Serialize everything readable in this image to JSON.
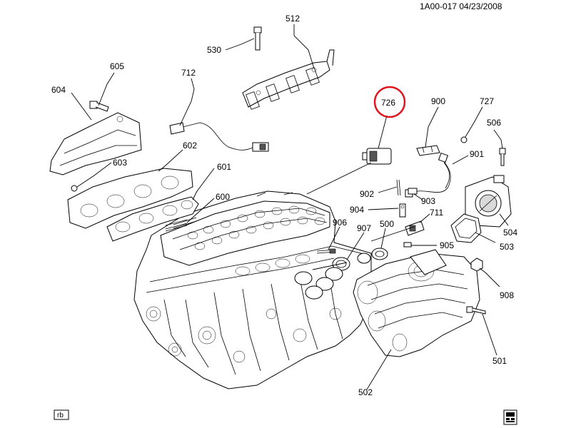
{
  "header": {
    "doc_id": "1A00-017 04/23/2008"
  },
  "callouts": {
    "c512": "512",
    "c530": "530",
    "c605": "605",
    "c712": "712",
    "c604": "604",
    "c603": "603",
    "c602": "602",
    "c601": "601",
    "c600": "600",
    "c726": "726",
    "c900": "900",
    "c727": "727",
    "c506": "506",
    "c901": "901",
    "c902": "902",
    "c903": "903",
    "c904": "904",
    "c711": "711",
    "c906": "906",
    "c907": "907",
    "c500": "500",
    "c504": "504",
    "c503": "503",
    "c905": "905",
    "c908": "908",
    "c501": "501",
    "c502": "502"
  },
  "highlight": {
    "callout": "726",
    "color": "#e0141e"
  },
  "footer": {
    "rb_tag": "rb"
  },
  "icons": {
    "corner_logo": "lubrication-logo-icon"
  }
}
